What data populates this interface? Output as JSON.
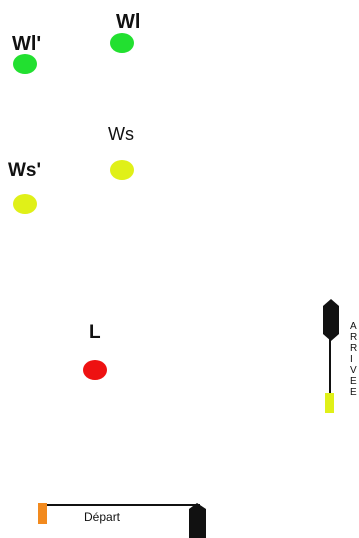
{
  "labels": {
    "wl": "Wl",
    "wl_prime": "Wl'",
    "ws": "Ws",
    "ws_prime": "Ws'",
    "l": "L",
    "depart": "Départ",
    "arrivee_vertical": "ARRIVEE"
  },
  "colors": {
    "green": "#22e030",
    "yellow": "#e0f018",
    "red": "#ee1111",
    "orange": "#f28a1e",
    "black": "#111111"
  }
}
